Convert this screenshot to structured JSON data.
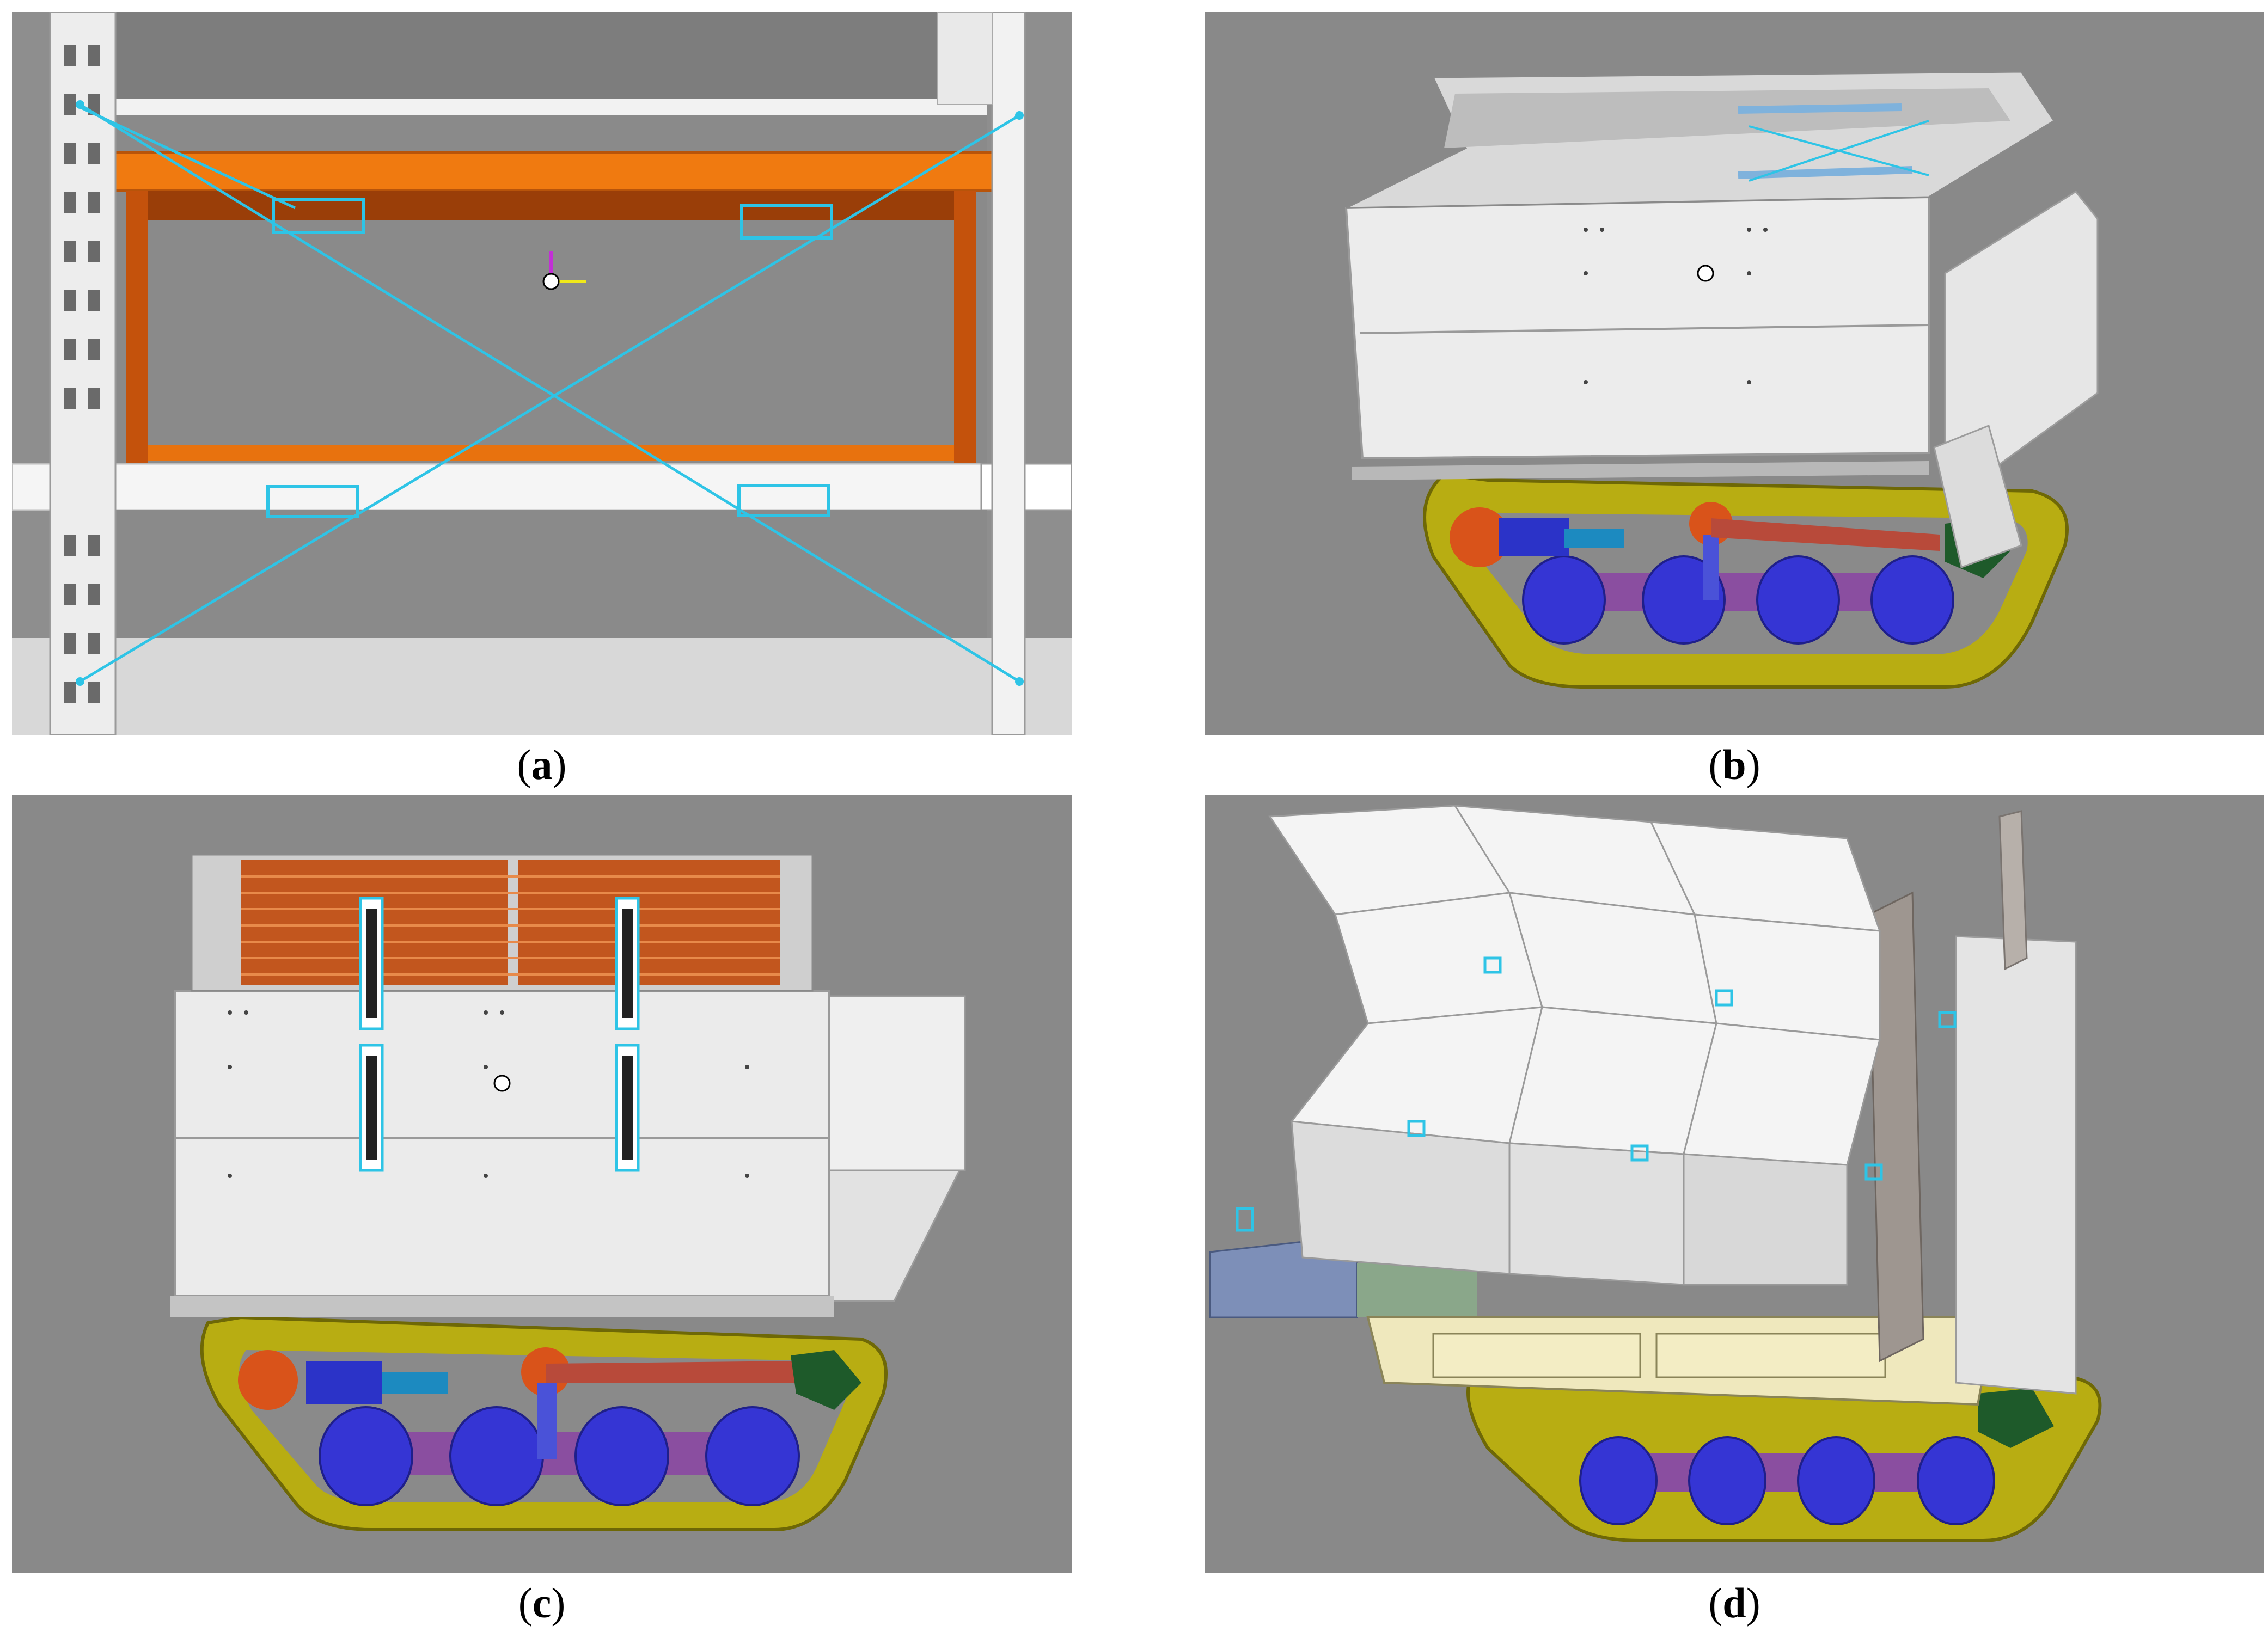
{
  "figure": {
    "panels": [
      {
        "id": "a",
        "caption_open": "(",
        "caption_letter": "a",
        "caption_close": ")"
      },
      {
        "id": "b",
        "caption_open": "(",
        "caption_letter": "b",
        "caption_close": ")"
      },
      {
        "id": "c",
        "caption_open": "(",
        "caption_letter": "c",
        "caption_close": ")"
      },
      {
        "id": "d",
        "caption_open": "(",
        "caption_letter": "d",
        "caption_close": ")"
      }
    ]
  },
  "colors": {
    "viewport_bg": "#8a8a8a",
    "frame_orange": "#e4660a",
    "brace_cyan": "#2ec4e6",
    "track_yellow": "#b8ad12",
    "wheel_blue": "#3535d4",
    "arm_purple": "#8a4ea0",
    "sprocket_green": "#1e5a2a",
    "drive_orange": "#d9531a",
    "panel_white": "#eeeeee",
    "cream_tray": "#f1ebc0"
  }
}
